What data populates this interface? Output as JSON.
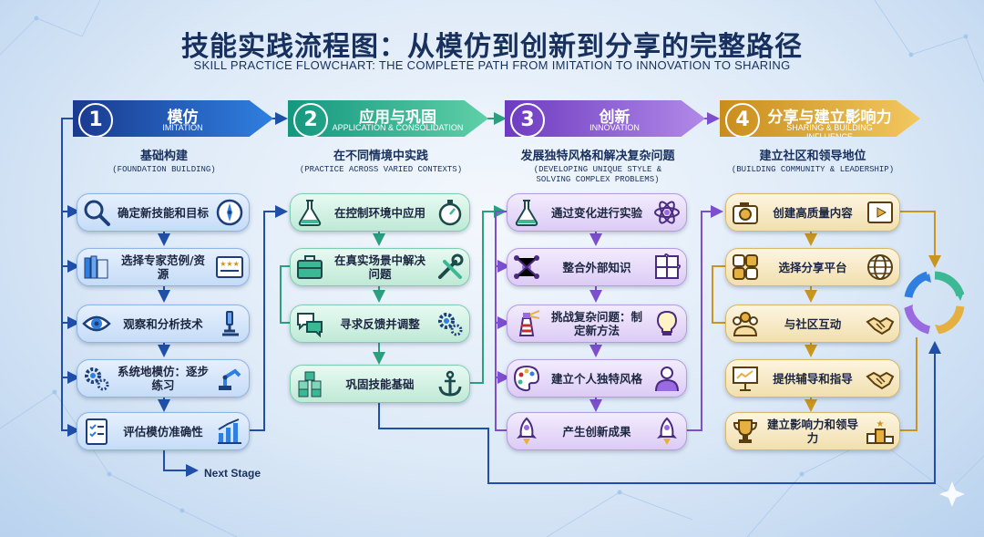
{
  "title": "技能实践流程图：从模仿到创新到分享的完整路径",
  "subtitle": "SKILL PRACTICE FLOWCHART: THE COMPLETE PATH FROM IMITATION TO INNOVATION TO SHARING",
  "stages": [
    {
      "num": "1",
      "title_zh": "模仿",
      "title_en": "IMITATION",
      "head_zh": "基础构建",
      "head_en": "(FOUNDATION BUILDING)",
      "steps": [
        {
          "label": "确定新技能和目标",
          "icon": "magnifier-icon",
          "icon_r": "compass-icon"
        },
        {
          "label": "选择专家范例/资源",
          "icon": "books-icon",
          "icon_r": "rating-board-icon"
        },
        {
          "label": "观察和分析技术",
          "icon": "eye-icon",
          "icon_r": "microscope-icon"
        },
        {
          "label": "系统地模仿：逐步练习",
          "icon": "gears-icon",
          "icon_r": "robot-arm-icon"
        },
        {
          "label": "评估模仿准确性",
          "icon": "checklist-icon",
          "icon_r": "bar-chart-icon"
        }
      ]
    },
    {
      "num": "2",
      "title_zh": "应用与巩固",
      "title_en": "APPLICATION & CONSOLIDATION",
      "head_zh": "在不同情境中实践",
      "head_en": "(PRACTICE ACROSS VARIED CONTEXTS)",
      "steps": [
        {
          "label": "在控制环境中应用",
          "icon": "flask-icon",
          "icon_r": "stopwatch-icon"
        },
        {
          "label": "在真实场景中解决问题",
          "icon": "briefcase-icon",
          "icon_r": "tools-icon"
        },
        {
          "label": "寻求反馈并调整",
          "icon": "chat-icon",
          "icon_r": "gears-icon"
        },
        {
          "label": "巩固技能基础",
          "icon": "blocks-icon",
          "icon_r": "anchor-icon"
        }
      ]
    },
    {
      "num": "3",
      "title_zh": "创新",
      "title_en": "INNOVATION",
      "head_zh": "发展独特风格和解决复杂问题",
      "head_en": "(DEVELOPING UNIQUE STYLE & SOLVING COMPLEX PROBLEMS)",
      "steps": [
        {
          "label": "通过变化进行实验",
          "icon": "flask-icon",
          "icon_r": "atom-icon"
        },
        {
          "label": "整合外部知识",
          "icon": "network-icon",
          "icon_r": "puzzle-icon"
        },
        {
          "label": "挑战复杂问题：制定新方法",
          "icon": "lighthouse-icon",
          "icon_r": "lightbulb-icon"
        },
        {
          "label": "建立个人独特风格",
          "icon": "palette-icon",
          "icon_r": "person-icon"
        },
        {
          "label": "产生创新成果",
          "icon": "rocket-icon",
          "icon_r": "rocket-icon"
        }
      ]
    },
    {
      "num": "4",
      "title_zh": "分享与建立影响力",
      "title_en": "SHARING & BUILDING INFLUENCE",
      "head_zh": "建立社区和领导地位",
      "head_en": "(BUILDING COMMUNITY & LEADERSHIP)",
      "steps": [
        {
          "label": "创建高质量内容",
          "icon": "camera-icon",
          "icon_r": "video-icon"
        },
        {
          "label": "选择分享平台",
          "icon": "social-apps-icon",
          "icon_r": "globe-icon"
        },
        {
          "label": "与社区互动",
          "icon": "group-icon",
          "icon_r": "handshake-icon"
        },
        {
          "label": "提供辅导和指导",
          "icon": "presentation-icon",
          "icon_r": "handshake-icon"
        },
        {
          "label": "建立影响力和领导力",
          "icon": "trophy-icon",
          "icon_r": "podium-icon"
        }
      ]
    }
  ],
  "next_stage": "Next Stage",
  "colors": {
    "stage1": "#2f7fe0",
    "stage2": "#3cb894",
    "stage3": "#9a6ae0",
    "stage4": "#e5b040",
    "title": "#17305e"
  }
}
